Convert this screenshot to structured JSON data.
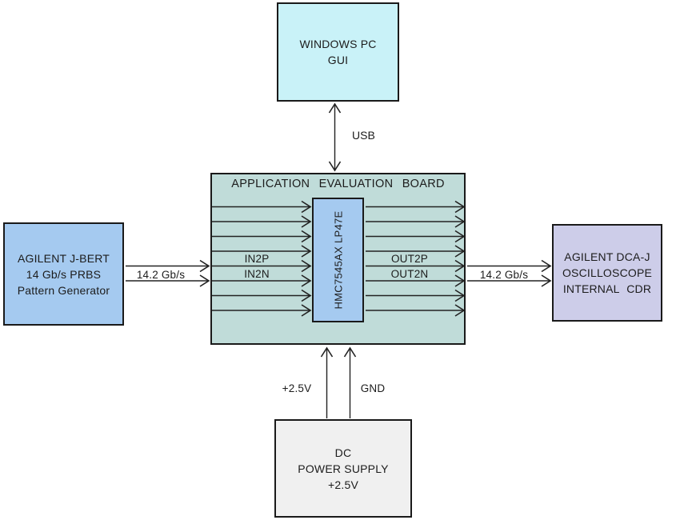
{
  "boxes": {
    "pc": {
      "lines": [
        "WINDOWS PC",
        "GUI"
      ],
      "fill": "#c9f2f8"
    },
    "board": {
      "title": "APPLICATION EVALUATION BOARD",
      "fill": "#c0dcd9",
      "input_lanes": 8,
      "output_lanes": 8
    },
    "chip": {
      "label": "HMC7545AX LP47E",
      "fill": "#a5caf0"
    },
    "generator": {
      "lines": [
        "AGILENT J-BERT",
        "14 Gb/s PRBS",
        "Pattern Generator"
      ],
      "fill": "#a5caf0"
    },
    "oscilloscope": {
      "lines": [
        "AGILENT DCA-J",
        "OSCILLOSCOPE",
        "INTERNAL CDR"
      ],
      "fill": "#cdcde9"
    },
    "power_supply": {
      "lines": [
        "DC",
        "POWER SUPPLY",
        "+2.5V"
      ],
      "fill": "#f0f0f0"
    }
  },
  "connections": {
    "usb": "USB",
    "input_rate": "14.2 Gb/s",
    "output_rate": "14.2 Gb/s",
    "in2p": "IN2P",
    "in2n": "IN2N",
    "out2p": "OUT2P",
    "out2n": "OUT2N",
    "supply": "+2.5V",
    "ground": "GND"
  },
  "colors": {
    "background": "#ffffff",
    "wire": "#222222",
    "text": "#1c1c1c",
    "border": "#1a1a1a"
  }
}
